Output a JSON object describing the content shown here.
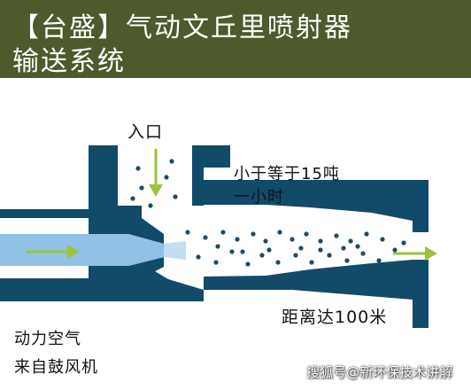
{
  "header": {
    "title_line1": "【台盛】气动文丘里喷射器",
    "title_line2": "输送系统",
    "background_color": "#4d5a2c"
  },
  "diagram": {
    "inlet_label": "入口",
    "capacity_line1": "小于等于15吨",
    "capacity_line2": "一小时",
    "distance_label": "距离达100米",
    "air_source_line1": "动力空气",
    "air_source_line2": "来自鼓风机",
    "pipe_color": "#124a6a",
    "air_color": "#92c1e6",
    "arrow_color": "#9cc33a",
    "particle_color": "#1f4b66"
  },
  "watermark": "搜狐号@新环保技术讲解"
}
